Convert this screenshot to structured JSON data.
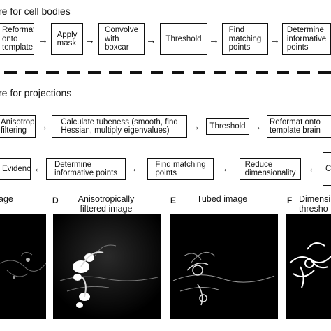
{
  "cell_bodies": {
    "title": "re for cell bodies",
    "steps": [
      "Reformat\nonto template",
      "Apply\nmask",
      "Convolve\nwith\nboxcar",
      "Threshold",
      "Find\nmatching\npoints",
      "Determine\ninformative\npoints"
    ]
  },
  "projections": {
    "title": "re for projections",
    "row1": [
      "Anisotropic\nfiltering",
      "Calculate tubeness (smooth, find\nHessian, multiply eigenvalues)",
      "Threshold",
      "Reformat onto\ntemplate brain"
    ],
    "row2": [
      "Evidence",
      "Determine\ninformative points",
      "Find matching\npoints",
      "Reduce\ndimensionality",
      "C"
    ]
  },
  "panels": [
    {
      "letter": "",
      "title": "age"
    },
    {
      "letter": "D",
      "title": "Anisotropically\nfiltered image"
    },
    {
      "letter": "E",
      "title": "Tubed image"
    },
    {
      "letter": "F",
      "title": "Dimensi\nthresho"
    }
  ],
  "colors": {
    "background": "#ffffff",
    "stroke": "#111111",
    "image_bg": "#000000"
  }
}
